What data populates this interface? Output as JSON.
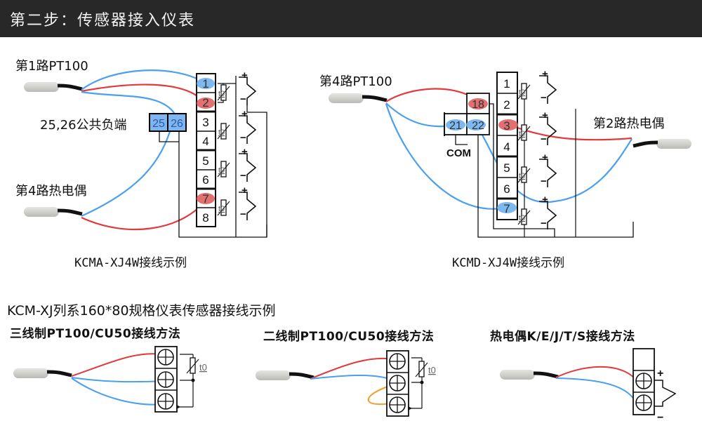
{
  "header": {
    "title": "第二步：传感器接入仪表"
  },
  "colors": {
    "header_bg": "#282828",
    "red_wire": "#e23a3a",
    "blue_wire": "#4a9ff0",
    "orange_wire": "#f0a030",
    "red_highlight": "#e06060",
    "blue_highlight": "#70b0f0",
    "common_terminal_fill": "#7fb6f2"
  },
  "diagram_kcma": {
    "caption": "KCMA-XJ4W接线示例",
    "sensor1_label": "第1路PT100",
    "sensor2_label": "第4路热电偶",
    "common_label": "25,26公共负端",
    "common_terminals": [
      "25",
      "26"
    ],
    "terminals": [
      "1",
      "2",
      "3",
      "4",
      "5",
      "6",
      "7",
      "8"
    ],
    "red_highlighted": [
      "2",
      "7"
    ],
    "blue_highlighted": [
      "1"
    ],
    "rtd_symbol": "t0",
    "plus": "+",
    "minus": "−"
  },
  "diagram_kcmd": {
    "caption": "KCMD-XJ4W接线示例",
    "sensor1_label": "第4路PT100",
    "sensor2_label": "第2路热电偶",
    "extra_terminals": [
      "18",
      "21",
      "22"
    ],
    "com_label": "COM",
    "terminals": [
      "1",
      "2",
      "3",
      "4",
      "5",
      "6",
      "7"
    ],
    "red_highlighted": [
      "18",
      "3"
    ],
    "blue_highlighted": [
      "21",
      "22",
      "7"
    ],
    "rtd_symbol": "t0",
    "plus": "+",
    "minus": "−"
  },
  "series_section": {
    "title": "KCM-XJ列系160*80规格仪表传感器接线示例",
    "methods": [
      {
        "title": "三线制PT100/CU50接线方法",
        "rtd_symbol": "t0"
      },
      {
        "title": "二线制PT100/CU50接线方法",
        "rtd_symbol": "t0"
      },
      {
        "title": "热电偶K/E/J/T/S接线方法",
        "plus": "+",
        "minus": "−"
      }
    ]
  }
}
